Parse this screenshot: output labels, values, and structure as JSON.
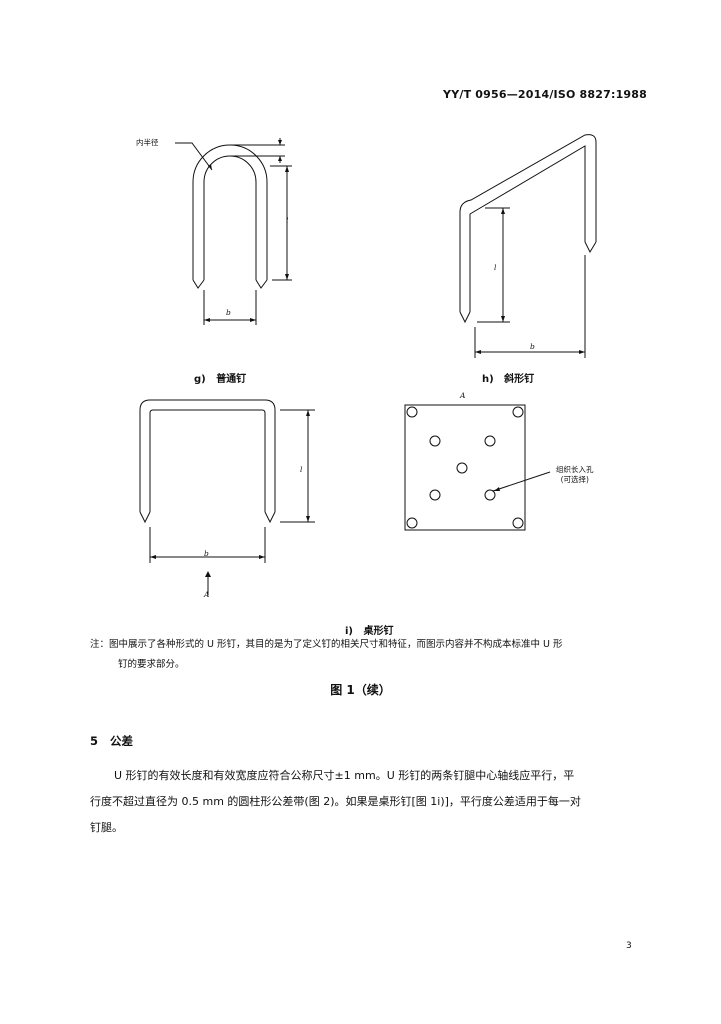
{
  "header": {
    "standard": "YY/T 0956—2014/ISO 8827:1988"
  },
  "figures": {
    "g": {
      "radius_label": "内半径",
      "dim_l": "l",
      "dim_b": "b",
      "caption_letter": "g)",
      "caption_text": "普通钉"
    },
    "h": {
      "dim_l": "l",
      "dim_b": "b",
      "caption_letter": "h)",
      "caption_text": "斜形钉"
    },
    "i": {
      "dim_l": "l",
      "dim_b": "b",
      "view_mark_top": "A",
      "view_mark_bottom": "A",
      "holes_label_line1": "组织长入孔",
      "holes_label_line2": "(可选择)",
      "caption_letter": "i)",
      "caption_text": "桌形钉"
    }
  },
  "note": {
    "line1": "注：图中展示了各种形式的 U 形钉，其目的是为了定义钉的相关尺寸和特征，而图示内容并不构成本标准中 U 形",
    "line2": "钉的要求部分。"
  },
  "figure_title": "图 1（续）",
  "section": {
    "number": "5",
    "title": "公差",
    "para_line1": "U 形钉的有效长度和有效宽度应符合公称尺寸±1 mm。U 形钉的两条钉腿中心轴线应平行，平",
    "para_line2": "行度不超过直径为 0.5 mm 的圆柱形公差带(图 2)。如果是桌形钉[图 1i)]，平行度公差适用于每一对",
    "para_line3": "钉腿。"
  },
  "page_number": "3"
}
